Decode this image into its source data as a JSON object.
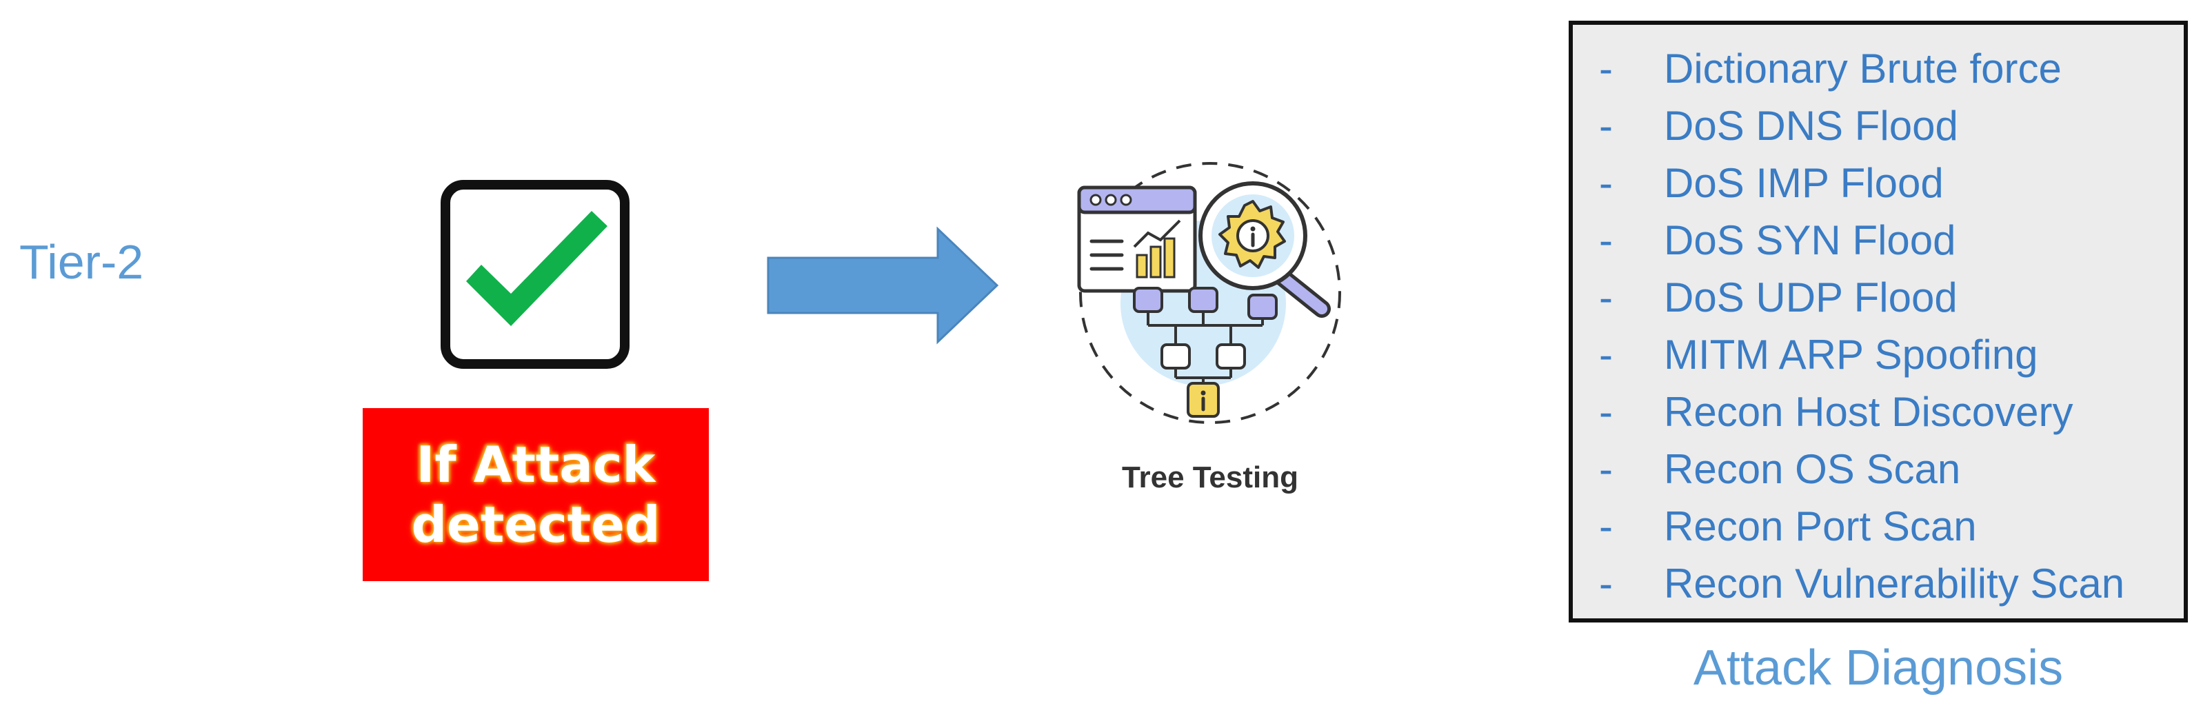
{
  "tier": {
    "label": "Tier-2"
  },
  "decision": {
    "icon": "checkmark-icon",
    "check_color": "#10b14b",
    "box_color": "#ff0000",
    "line1": "If Attack",
    "line2": "detected"
  },
  "flow": {
    "arrow_icon": "right-arrow-icon",
    "arrow_color": "#5b9bd5"
  },
  "tree_testing": {
    "icon": "tree-testing-icon",
    "caption": "Tree Testing"
  },
  "diagnosis": {
    "title": "Attack Diagnosis",
    "bullet": "-",
    "items": [
      "Dictionary Brute force",
      "DoS DNS Flood",
      "DoS IMP Flood",
      "DoS SYN Flood",
      "DoS UDP Flood",
      "MITM ARP Spoofing",
      "Recon Host Discovery",
      "Recon OS Scan",
      "Recon Port Scan",
      "Recon Vulnerability Scan"
    ]
  }
}
